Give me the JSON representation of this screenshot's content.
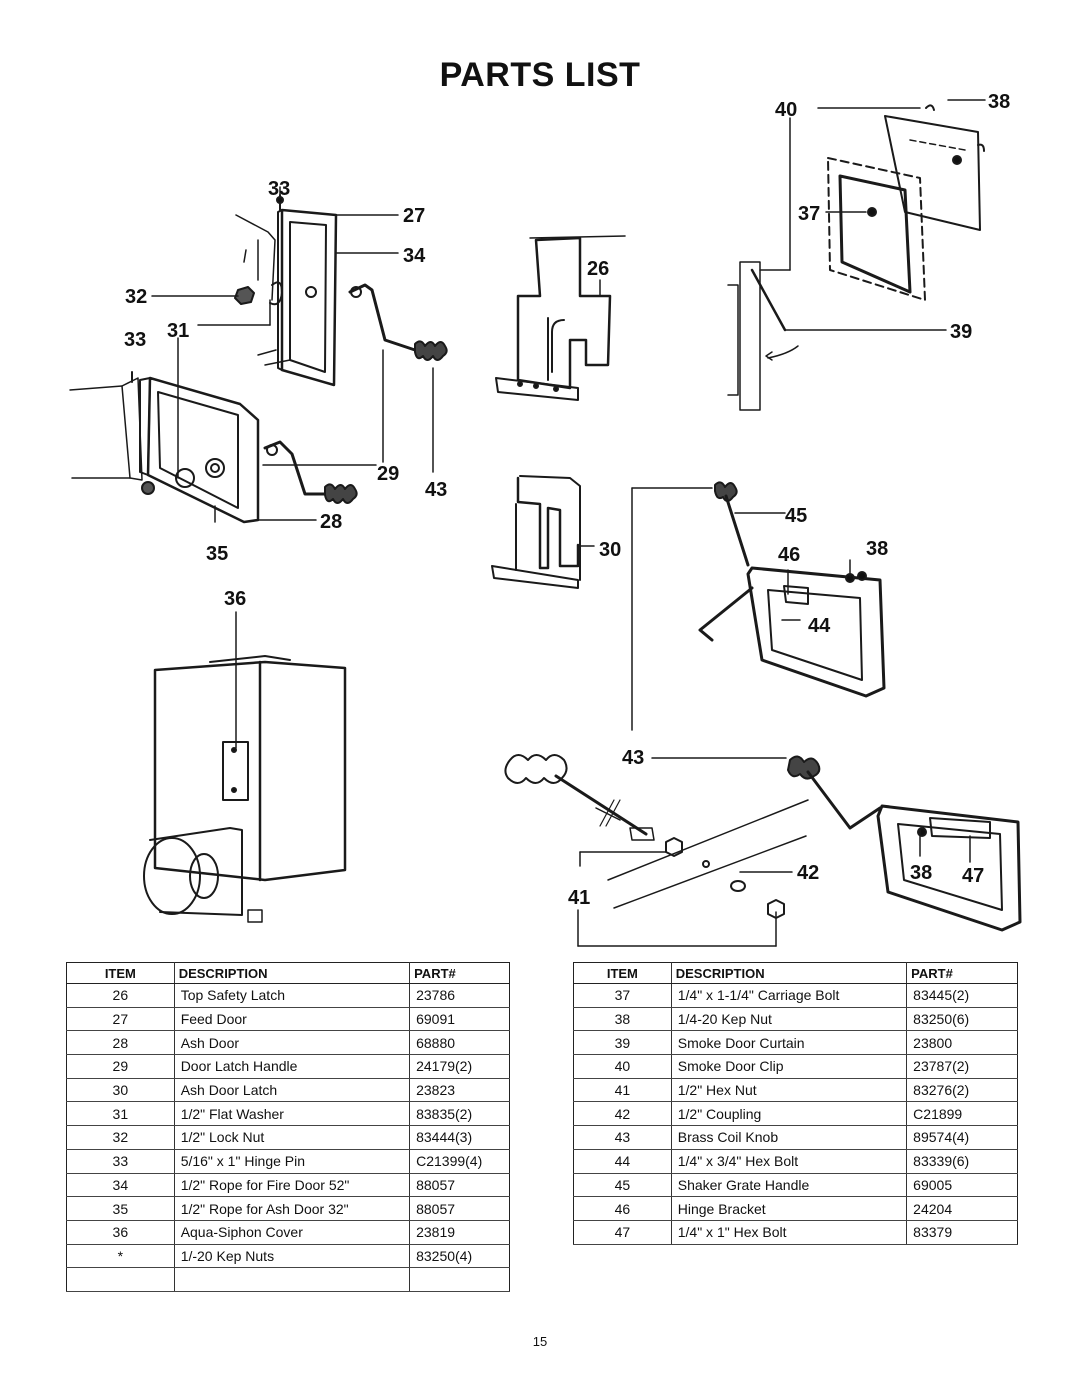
{
  "title": "PARTS LIST",
  "callouts": {
    "c26": "26",
    "c27": "27",
    "c28": "28",
    "c29": "29",
    "c30": "30",
    "c31": "31",
    "c32": "32",
    "c33a": "33",
    "c33b": "33",
    "c34": "34",
    "c35": "35",
    "c36": "36",
    "c37": "37",
    "c38a": "38",
    "c38b": "38",
    "c38c": "38",
    "c39": "39",
    "c40": "40",
    "c41": "41",
    "c42": "42",
    "c43a": "43",
    "c43b": "43",
    "c44": "44",
    "c45": "45",
    "c46": "46",
    "c47": "47"
  },
  "table_left": {
    "headers": [
      "ITEM",
      "DESCRIPTION",
      "PART#"
    ],
    "rows": [
      [
        "26",
        "Top Safety Latch",
        "23786"
      ],
      [
        "27",
        "Feed Door",
        "69091"
      ],
      [
        "28",
        "Ash Door",
        "68880"
      ],
      [
        "29",
        "Door Latch Handle",
        "24179(2)"
      ],
      [
        "30",
        "Ash Door Latch",
        "23823"
      ],
      [
        "31",
        "1/2\" Flat Washer",
        "83835(2)"
      ],
      [
        "32",
        "1/2\" Lock Nut",
        "83444(3)"
      ],
      [
        "33",
        "5/16\" x 1\" Hinge Pin",
        "C21399(4)"
      ],
      [
        "34",
        "1/2\" Rope for Fire Door 52\"",
        "88057"
      ],
      [
        "35",
        "1/2\" Rope for Ash Door 32\"",
        "88057"
      ],
      [
        "36",
        "Aqua-Siphon  Cover",
        "23819"
      ],
      [
        "*",
        "1/-20 Kep Nuts",
        "83250(4)"
      ],
      [
        "",
        "",
        ""
      ]
    ]
  },
  "table_right": {
    "headers": [
      "ITEM",
      "DESCRIPTION",
      "PART#"
    ],
    "rows": [
      [
        "37",
        "1/4\" x 1-1/4\" Carriage Bolt",
        "83445(2)"
      ],
      [
        "38",
        "1/4-20 Kep Nut",
        "83250(6)"
      ],
      [
        "39",
        "Smoke Door Curtain",
        "23800"
      ],
      [
        "40",
        "Smoke Door Clip",
        "23787(2)"
      ],
      [
        "41",
        "1/2\" Hex Nut",
        "83276(2)"
      ],
      [
        "42",
        "1/2\"  Coupling",
        "C21899"
      ],
      [
        "43",
        "Brass Coil Knob",
        "89574(4)"
      ],
      [
        "44",
        "1/4\" x 3/4\" Hex Bolt",
        "83339(6)"
      ],
      [
        "45",
        "Shaker Grate Handle",
        "69005"
      ],
      [
        "46",
        "Hinge  Bracket",
        "24204"
      ],
      [
        "47",
        "1/4\" x 1\" Hex Bolt",
        "83379"
      ]
    ]
  },
  "page_number": "15"
}
